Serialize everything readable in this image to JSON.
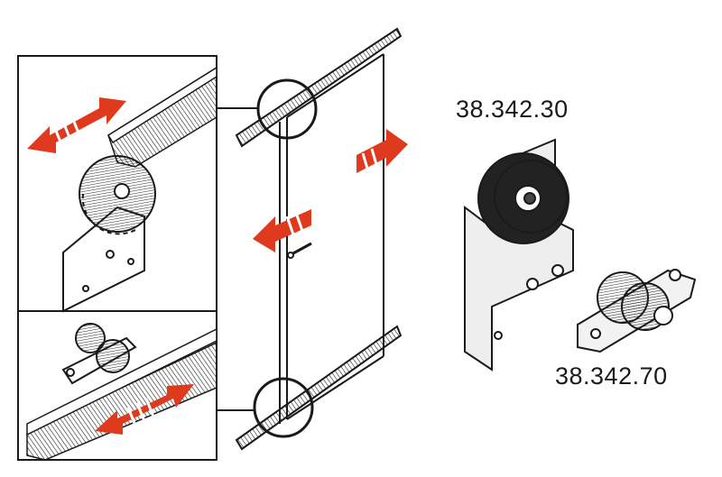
{
  "products": [
    {
      "code": "38.342.30",
      "part": "wheel-bracket-large"
    },
    {
      "code": "38.342.70",
      "part": "roller-small"
    }
  ],
  "colors": {
    "arrow": "#e03a1e",
    "line": "#1a1a1a",
    "fill": "#ffffff"
  }
}
